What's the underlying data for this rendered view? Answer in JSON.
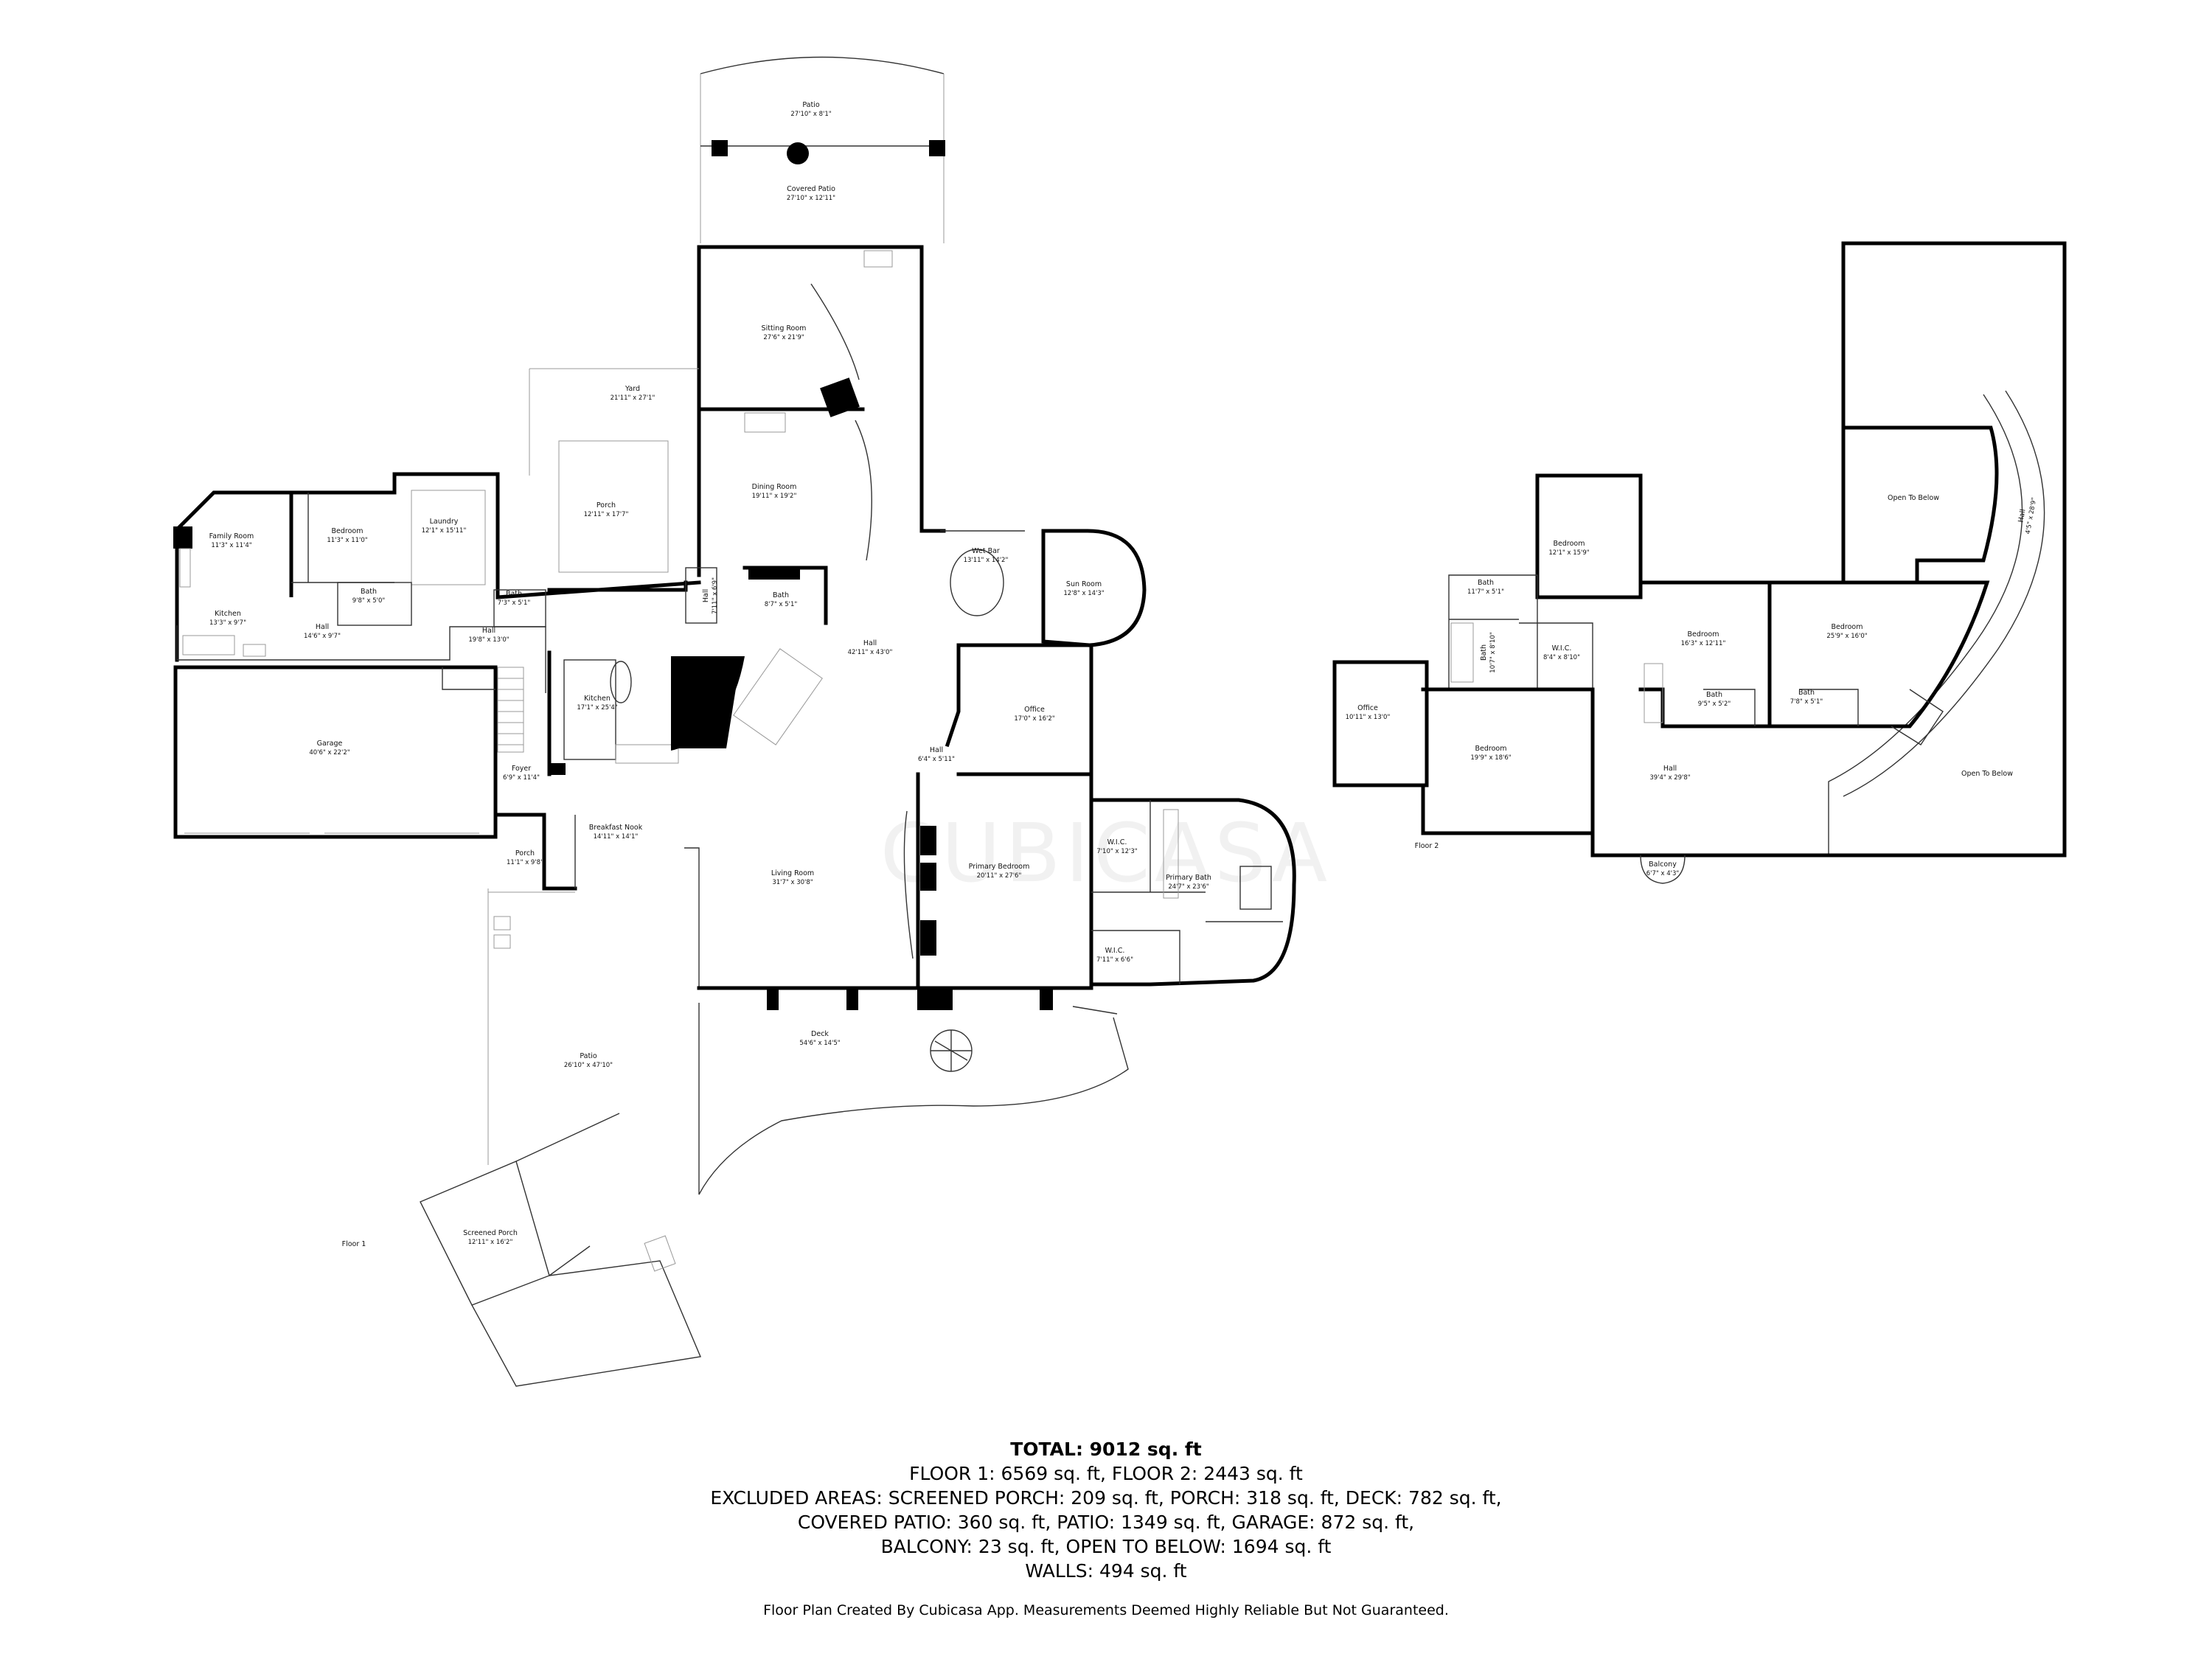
{
  "floor_labels": {
    "floor1": "Floor 1",
    "floor2": "Floor 2"
  },
  "watermark": "CUBICASA",
  "rooms_floor1": [
    {
      "id": "patio-top",
      "name": "Patio",
      "dim": "27'10\" x 8'1\""
    },
    {
      "id": "covered-patio",
      "name": "Covered Patio",
      "dim": "27'10\" x 12'11\""
    },
    {
      "id": "sitting-room",
      "name": "Sitting Room",
      "dim": "27'6\" x 21'9\""
    },
    {
      "id": "yard",
      "name": "Yard",
      "dim": "21'11\" x 27'1\""
    },
    {
      "id": "porch-upper",
      "name": "Porch",
      "dim": "12'11\" x 17'7\""
    },
    {
      "id": "dining-room",
      "name": "Dining Room",
      "dim": "19'11\" x 19'2\""
    },
    {
      "id": "family-room",
      "name": "Family Room",
      "dim": "11'3\" x 11'4\""
    },
    {
      "id": "bedroom-f1",
      "name": "Bedroom",
      "dim": "11'3\" x 11'0\""
    },
    {
      "id": "laundry",
      "name": "Laundry",
      "dim": "12'1\" x 15'11\""
    },
    {
      "id": "bath-a",
      "name": "Bath",
      "dim": "9'8\" x 5'0\""
    },
    {
      "id": "bath-b",
      "name": "Bath",
      "dim": "7'3\" x 5'1\""
    },
    {
      "id": "kitchen-left",
      "name": "Kitchen",
      "dim": "13'3\" x 9'7\""
    },
    {
      "id": "hall-a",
      "name": "Hall",
      "dim": "14'6\" x 9'7\""
    },
    {
      "id": "hall-b",
      "name": "Hall",
      "dim": "19'8\" x 13'0\""
    },
    {
      "id": "hall-c",
      "name": "Hall",
      "dim": "7'11\" x 6'9\""
    },
    {
      "id": "bath-c",
      "name": "Bath",
      "dim": "8'7\" x 5'1\""
    },
    {
      "id": "wet-bar",
      "name": "Wet Bar",
      "dim": "13'11\" x 14'2\""
    },
    {
      "id": "sun-room",
      "name": "Sun Room",
      "dim": "12'8\" x 14'3\""
    },
    {
      "id": "hall-main",
      "name": "Hall",
      "dim": "42'11\" x 43'0\""
    },
    {
      "id": "kitchen-main",
      "name": "Kitchen",
      "dim": "17'1\" x 25'4\""
    },
    {
      "id": "garage",
      "name": "Garage",
      "dim": "40'6\" x 22'2\""
    },
    {
      "id": "office-f1",
      "name": "Office",
      "dim": "17'0\" x 16'2\""
    },
    {
      "id": "hall-d",
      "name": "Hall",
      "dim": "6'4\" x 5'11\""
    },
    {
      "id": "foyer",
      "name": "Foyer",
      "dim": "6'9\" x 11'4\""
    },
    {
      "id": "breakfast-nook",
      "name": "Breakfast Nook",
      "dim": "14'11\" x 14'1\""
    },
    {
      "id": "porch-lower",
      "name": "Porch",
      "dim": "11'1\" x 9'8\""
    },
    {
      "id": "living-room",
      "name": "Living Room",
      "dim": "31'7\" x 30'8\""
    },
    {
      "id": "primary-bedroom",
      "name": "Primary Bedroom",
      "dim": "20'11\" x 27'6\""
    },
    {
      "id": "wic-a",
      "name": "W.I.C.",
      "dim": "7'10\" x 12'3\""
    },
    {
      "id": "primary-bath",
      "name": "Primary Bath",
      "dim": "24'7\" x 23'6\""
    },
    {
      "id": "wic-b",
      "name": "W.I.C.",
      "dim": "7'11\" x 6'6\""
    },
    {
      "id": "deck",
      "name": "Deck",
      "dim": "54'6\" x 14'5\""
    },
    {
      "id": "patio-lower",
      "name": "Patio",
      "dim": "26'10\" x 47'10\""
    },
    {
      "id": "screened-porch",
      "name": "Screened Porch",
      "dim": "12'11\" x 16'2\""
    }
  ],
  "rooms_floor2": [
    {
      "id": "bedroom-a",
      "name": "Bedroom",
      "dim": "12'1\" x 15'9\""
    },
    {
      "id": "bath-f2a",
      "name": "Bath",
      "dim": "11'7\" x 5'1\""
    },
    {
      "id": "bath-f2b",
      "name": "Bath",
      "dim": "10'7\" x 8'10\""
    },
    {
      "id": "wic-f2",
      "name": "W.I.C.",
      "dim": "8'4\" x 8'10\""
    },
    {
      "id": "office-f2",
      "name": "Office",
      "dim": "10'11\" x 13'0\""
    },
    {
      "id": "bedroom-b",
      "name": "Bedroom",
      "dim": "19'9\" x 18'6\""
    },
    {
      "id": "bedroom-c",
      "name": "Bedroom",
      "dim": "16'3\" x 12'11\""
    },
    {
      "id": "bath-f2c",
      "name": "Bath",
      "dim": "9'5\" x 5'2\""
    },
    {
      "id": "bath-f2d",
      "name": "Bath",
      "dim": "7'8\" x 5'1\""
    },
    {
      "id": "bedroom-d",
      "name": "Bedroom",
      "dim": "25'9\" x 16'0\""
    },
    {
      "id": "hall-f2",
      "name": "Hall",
      "dim": "39'4\" x 29'8\""
    },
    {
      "id": "balcony",
      "name": "Balcony",
      "dim": "6'7\" x 4'3\""
    },
    {
      "id": "open-below-a",
      "name": "Open To Below",
      "dim": ""
    },
    {
      "id": "open-below-b",
      "name": "Open To Below",
      "dim": ""
    },
    {
      "id": "hall-curve",
      "name": "Hall",
      "dim": "4'5\" x 28'9\""
    }
  ],
  "summary": {
    "total": "TOTAL: 9012 sq. ft",
    "lines": [
      "FLOOR 1: 6569 sq. ft, FLOOR 2: 2443 sq. ft",
      "EXCLUDED AREAS: SCREENED PORCH: 209 sq. ft, PORCH: 318 sq. ft, DECK: 782 sq. ft,",
      "COVERED PATIO: 360 sq. ft, PATIO: 1349 sq. ft, GARAGE: 872 sq. ft,",
      "BALCONY: 23 sq. ft, OPEN TO BELOW: 1694 sq. ft",
      "WALLS: 494 sq. ft"
    ],
    "credit": "Floor Plan Created By Cubicasa App. Measurements Deemed Highly Reliable But Not Guaranteed."
  }
}
